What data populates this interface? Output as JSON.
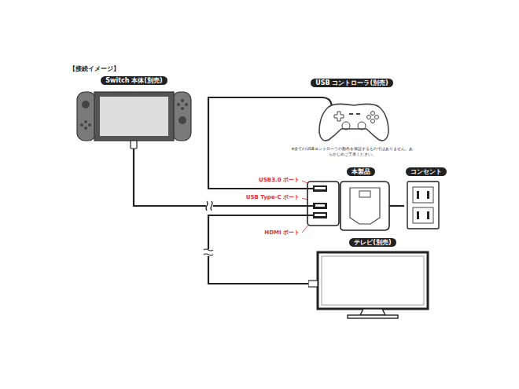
{
  "diagram": {
    "title": "【接続イメージ】",
    "nodes": [
      {
        "text": [
          "Switch 本体(別売)"
        ]
      },
      {
        "text": [
          "USB コントローラ(別売)",
          "※全てのUSBコントローラの動作を保証するものではありません。あらかじめご了承ください。"
        ]
      },
      {
        "text": [
          "本製品"
        ]
      },
      {
        "text": [
          "コンセント"
        ]
      },
      {
        "text": [
          "テレビ(別売)"
        ]
      }
    ],
    "edges": [
      {
        "from": 0,
        "to": 2,
        "arrow": "none"
      },
      {
        "from": 1,
        "to": 2,
        "arrow": "none"
      },
      {
        "from": 2,
        "to": 4,
        "arrow": "none"
      },
      {
        "from": 2,
        "to": 3,
        "arrow": "none"
      }
    ],
    "labels": [
      "USB3.0 ポート",
      "USB Type-C ポート",
      "HDMI ポート"
    ]
  }
}
